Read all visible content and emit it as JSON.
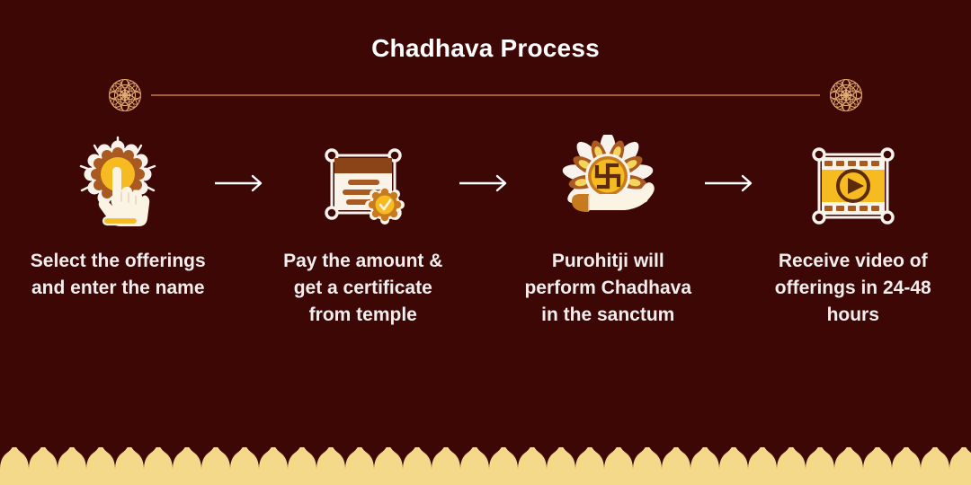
{
  "page": {
    "title": "Chadhava Process",
    "background_color": "#3d0705",
    "text_color": "#f2eeee",
    "accent_gold": "#f5c518",
    "ornament_color": "#e8b06a",
    "dome_color": "#f5d98a"
  },
  "divider": {
    "name": "ornate-divider",
    "left_medallion": "mandala-ornament",
    "right_medallion": "mandala-ornament",
    "line_color": "#c8793c"
  },
  "steps": [
    {
      "index": 1,
      "icon": "hand-select-offering-icon",
      "label": "Select the offerings and enter the name"
    },
    {
      "index": 2,
      "icon": "certificate-scroll-icon",
      "label": "Pay the amount & get a certificate from temple"
    },
    {
      "index": 3,
      "icon": "hand-holding-swastika-coin-icon",
      "label": "Purohitji will perform Chadhava in the sanctum"
    },
    {
      "index": 4,
      "icon": "video-filmstrip-play-icon",
      "label": "Receive video of offerings in 24-48 hours"
    }
  ],
  "arrows": [
    {
      "name": "arrow-right-1"
    },
    {
      "name": "arrow-right-2"
    },
    {
      "name": "arrow-right-3"
    }
  ],
  "footer": {
    "name": "temple-dome-border",
    "dome_count": 34
  }
}
